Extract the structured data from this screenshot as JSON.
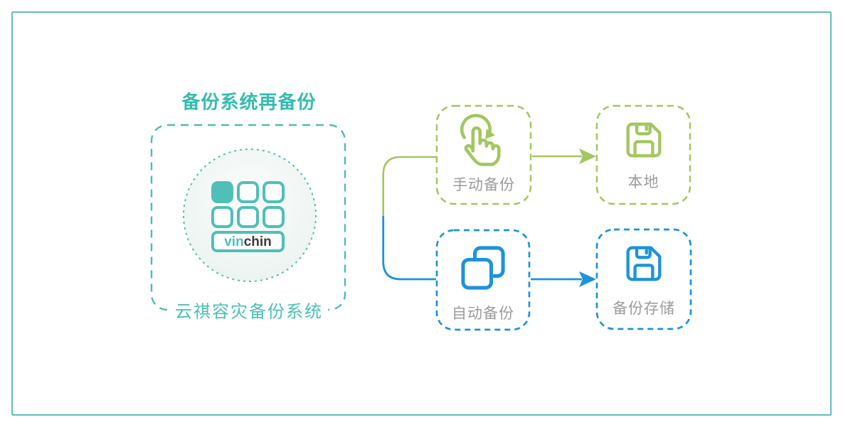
{
  "diagram": {
    "title": "备份系统再备份",
    "source": {
      "label": "云祺容灾备份系统",
      "logo": {
        "brand_teal": "vin",
        "brand_dark": "chin",
        "icon": "vinchin-grid-logo"
      }
    },
    "branches": [
      {
        "id": "manual",
        "color": "#a2c75f",
        "node": {
          "icon": "tap-rotate-icon",
          "label": "手动备份"
        },
        "arrow": {
          "icon": "arrow-right-icon"
        },
        "target": {
          "icon": "floppy-disk-icon",
          "label": "本地"
        }
      },
      {
        "id": "auto",
        "color": "#1c93da",
        "node": {
          "icon": "copy-icon",
          "label": "自动备份"
        },
        "arrow": {
          "icon": "arrow-right-icon"
        },
        "target": {
          "icon": "floppy-disk-icon",
          "label": "备份存储"
        }
      }
    ],
    "colors": {
      "teal": "#4cbdb4",
      "title_teal": "#35bcae",
      "green": "#a2c75f",
      "blue": "#1c93da",
      "label_gray": "#9b9b9b",
      "logo_dark": "#3b3b3b",
      "frame_border": "#63bcbd"
    }
  }
}
